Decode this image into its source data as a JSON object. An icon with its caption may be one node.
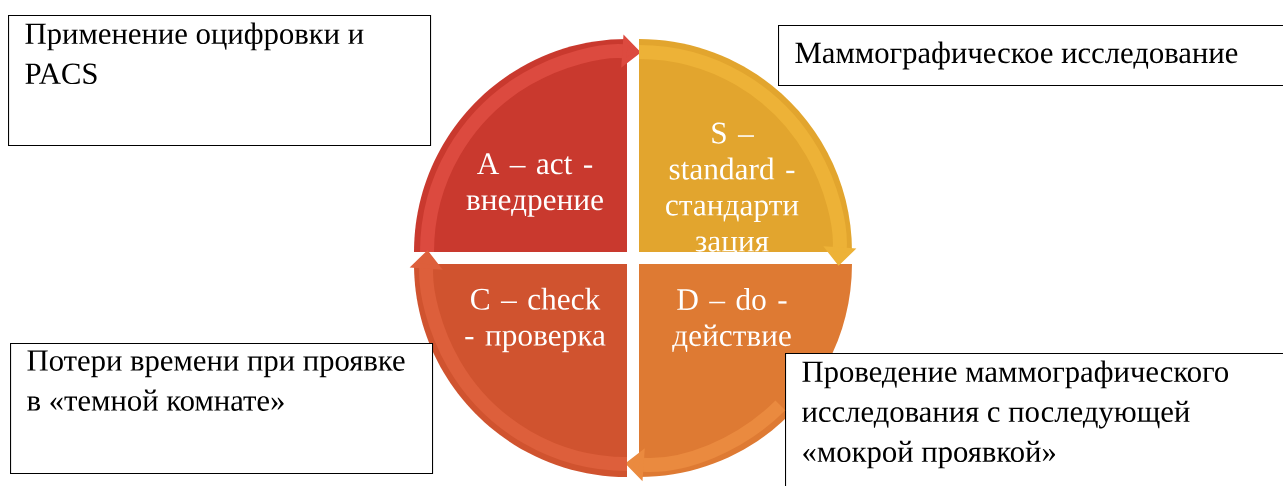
{
  "diagram": {
    "nodes": [
      {
        "text": [
          "A – act - внедрение"
        ]
      },
      {
        "text": [
          "S – standard - стандарти зация"
        ]
      },
      {
        "text": [
          "C – check - проверка"
        ]
      },
      {
        "text": [
          "D – do - действие"
        ]
      },
      {
        "text": [
          "Применение оцифровки и PACS"
        ]
      },
      {
        "text": [
          "Маммографическое исследование"
        ]
      },
      {
        "text": [
          "Потери времени при проявке в «темной комнате»"
        ]
      },
      {
        "text": [
          "Проведение маммографического исследования с последующей «мокрой проявкой»"
        ]
      }
    ],
    "edges": [
      {
        "from": 0,
        "to": 1,
        "arrow": "to",
        "color": "#dc4a3f"
      },
      {
        "from": 1,
        "to": 3,
        "arrow": "to",
        "color": "#edb237"
      },
      {
        "from": 3,
        "to": 2,
        "arrow": "to",
        "color": "#ea8a3f"
      },
      {
        "from": 2,
        "to": 0,
        "arrow": "to",
        "color": "#dd5f3b"
      }
    ]
  }
}
